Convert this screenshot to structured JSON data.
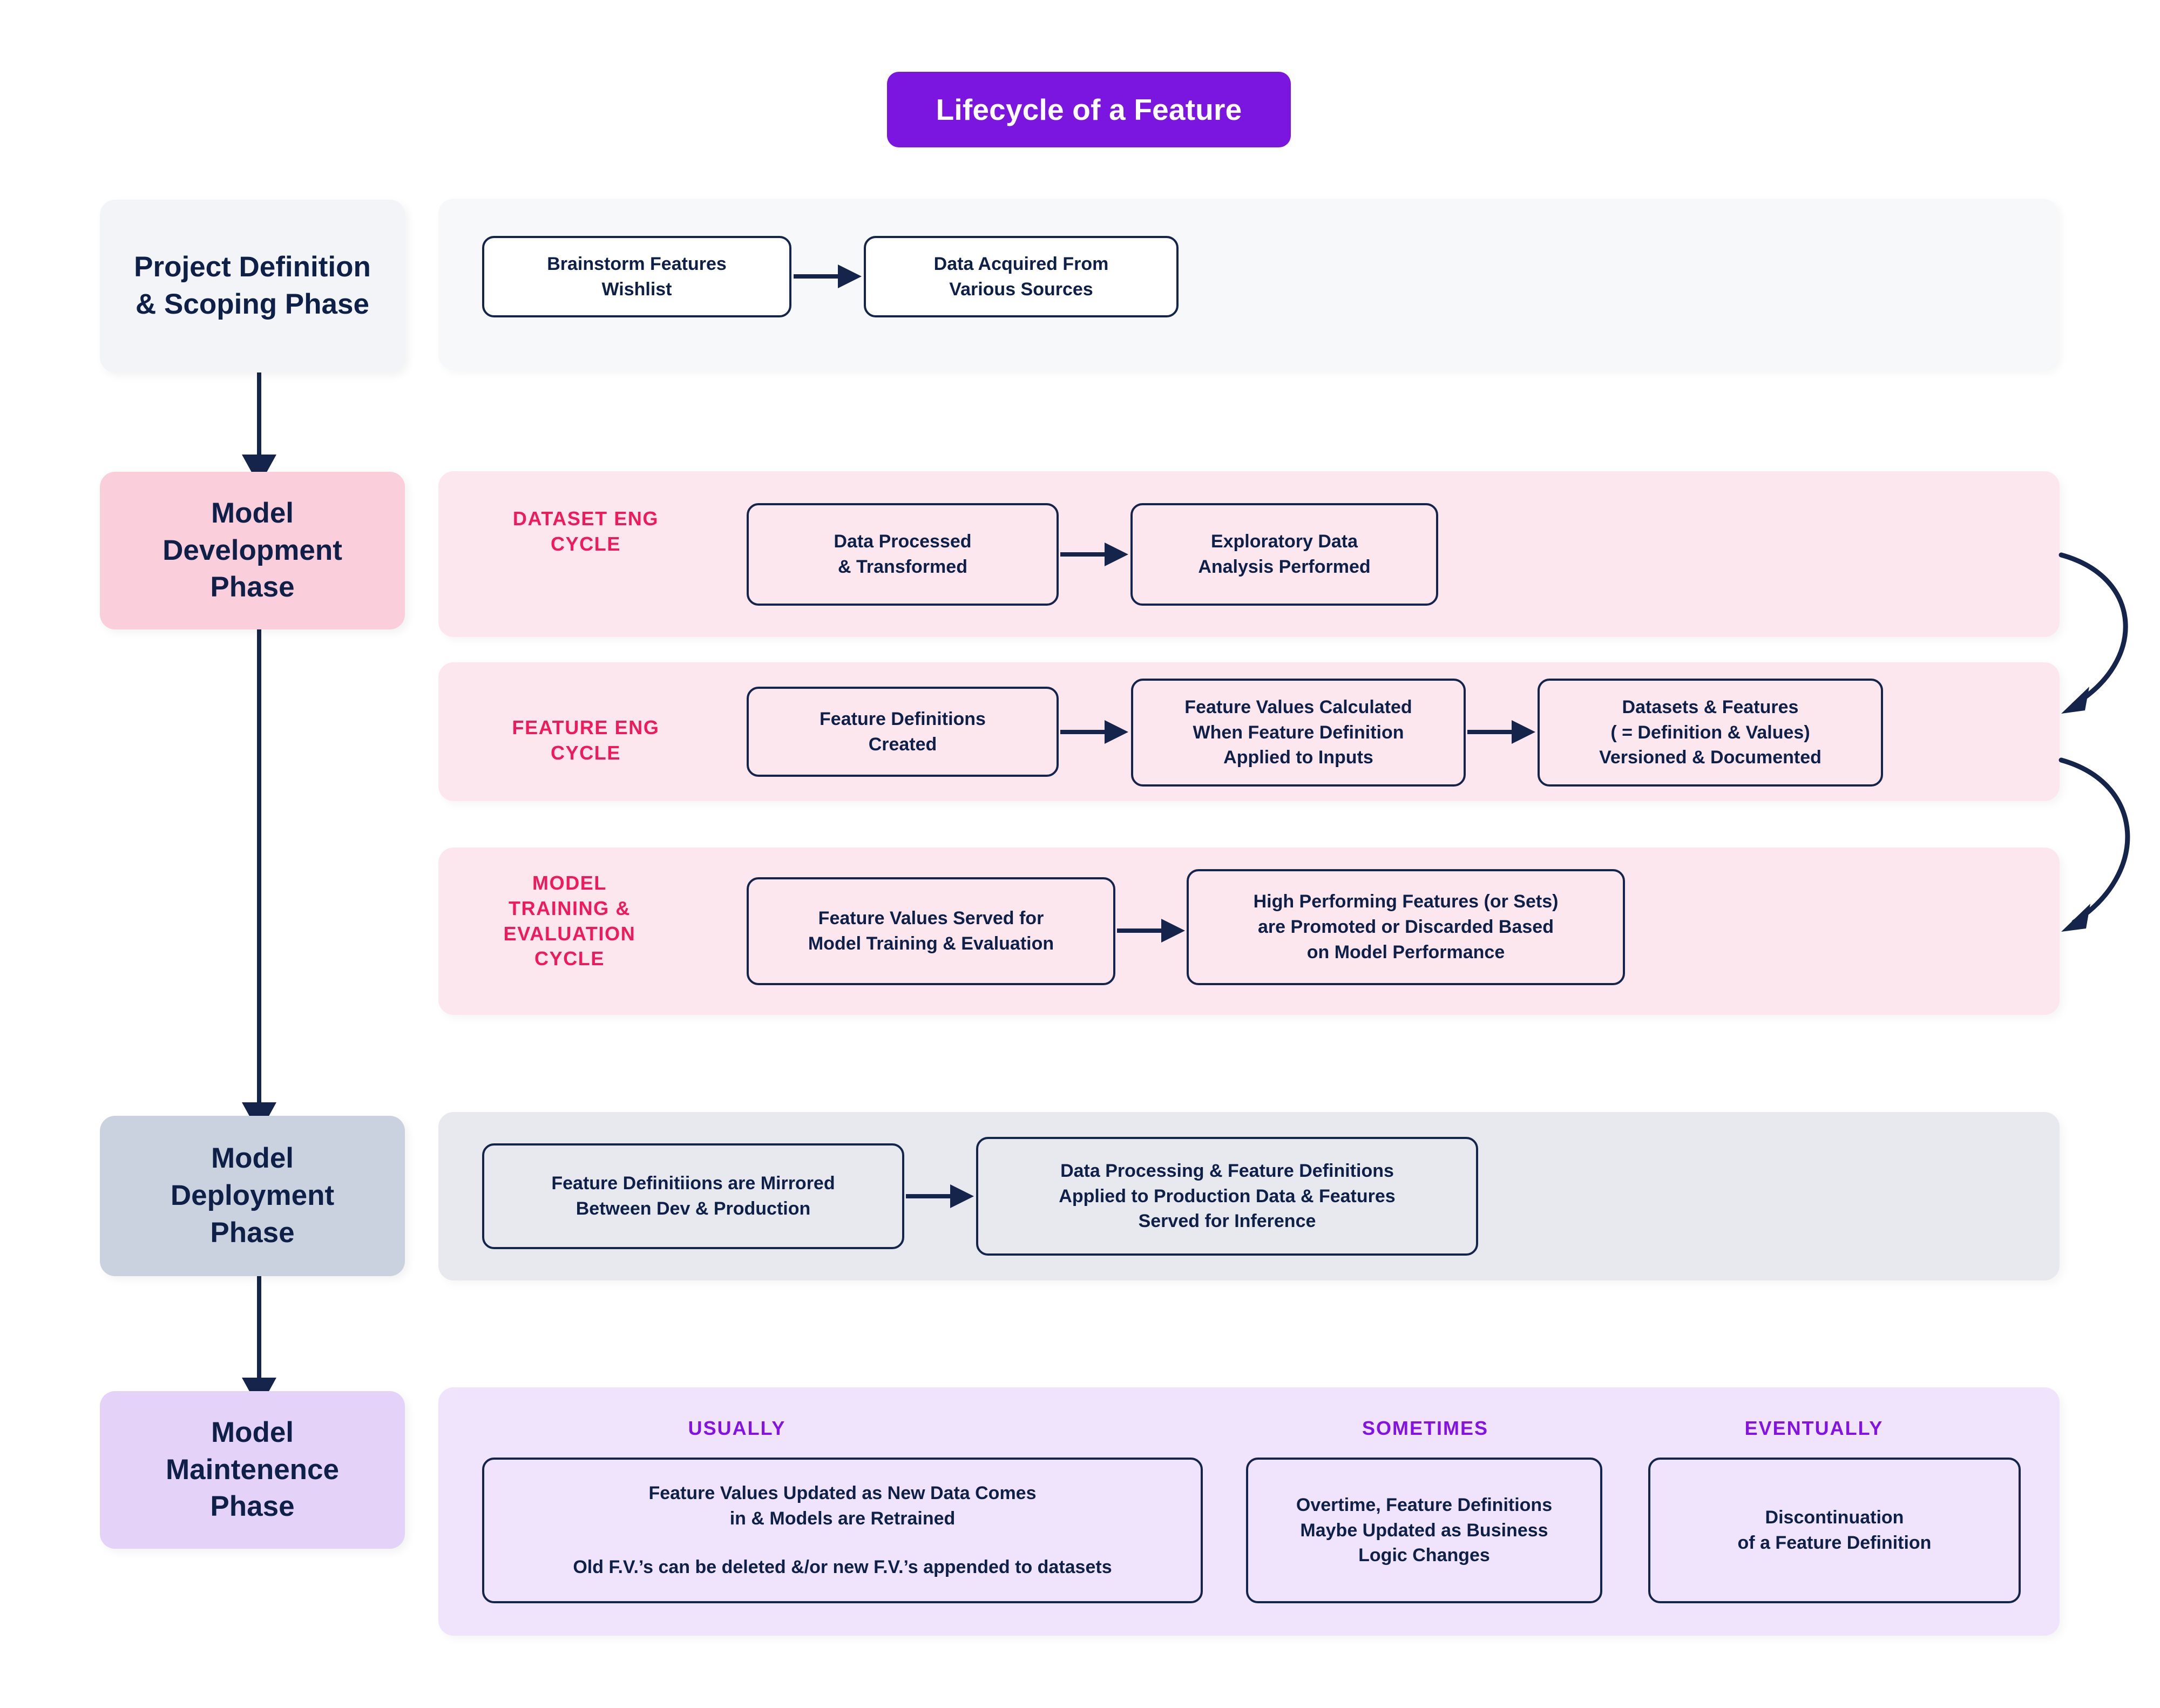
{
  "title": {
    "text": "Lifecycle of a Feature"
  },
  "colors": {
    "title_pill_bg": "#7B16E0",
    "text_dark": "#0E2048",
    "node_border": "#15244B",
    "cycle_label_pink": "#F2185C",
    "maintenance_label_purple": "#8412E8",
    "phase1_chip_bg": "#F2F4F7",
    "phase2_chip_bg": "#FBCEDC",
    "phase3_chip_bg": "#CBD2DF",
    "phase4_chip_bg": "#E4D2F8",
    "band_scoping_bg": "#F7F8FA",
    "band_pink_bg": "#FDE7EE",
    "band_deploy_bg": "#E7E9EE",
    "band_maintenance_bg": "#EFE4FB"
  },
  "phases": [
    {
      "id": "scoping",
      "label_line1": "Project Definition",
      "label_line2": "& Scoping Phase"
    },
    {
      "id": "development",
      "label_line1": "Model",
      "label_line2": "Development",
      "label_line3": "Phase"
    },
    {
      "id": "deployment",
      "label_line1": "Model",
      "label_line2": "Deployment",
      "label_line3": "Phase"
    },
    {
      "id": "maintenance",
      "label_line1": "Model",
      "label_line2": "Maintenence",
      "label_line3": "Phase"
    }
  ],
  "scoping": {
    "nodes": [
      {
        "line1": "Brainstorm Features",
        "line2": "Wishlist"
      },
      {
        "line1": "Data Acquired From",
        "line2": "Various Sources"
      }
    ]
  },
  "dataset_cycle": {
    "label_line1": "DATASET ENG",
    "label_line2": "CYCLE",
    "nodes": [
      {
        "line1": "Data Processed",
        "line2": "& Transformed"
      },
      {
        "line1": "Exploratory Data",
        "line2": "Analysis Performed"
      }
    ]
  },
  "feature_cycle": {
    "label_line1": "FEATURE ENG",
    "label_line2": "CYCLE",
    "nodes": [
      {
        "line1": "Feature Definitions",
        "line2": "Created"
      },
      {
        "line1": "Feature Values Calculated",
        "line2": "When Feature Definition",
        "line3": "Applied to Inputs"
      },
      {
        "line1": "Datasets & Features",
        "line2": "( = Definition & Values)",
        "line3": "Versioned & Documented"
      }
    ]
  },
  "model_training_cycle": {
    "label_line1": "MODEL",
    "label_line2": "TRAINING &",
    "label_line3": "EVALUATION",
    "label_line4": "CYCLE",
    "nodes": [
      {
        "line1": "Feature Values Served for",
        "line2": "Model Training & Evaluation"
      },
      {
        "line1": "High Performing Features (or Sets)",
        "line2": "are Promoted or Discarded Based",
        "line3": "on Model Performance"
      }
    ]
  },
  "deployment": {
    "nodes": [
      {
        "line1": "Feature Definitiions are Mirrored",
        "line2": "Between Dev & Production"
      },
      {
        "line1": "Data Processing & Feature Definitions",
        "line2": "Applied to Production Data & Features",
        "line3": "Served for Inference"
      }
    ]
  },
  "maintenance": {
    "columns": [
      {
        "label": "USUALLY",
        "paragraph1_line1": "Feature Values Updated as New Data Comes",
        "paragraph1_line2": "in & Models are Retrained",
        "paragraph2_line1": "Old F.V.’s can be deleted &/or new F.V.’s appended to datasets"
      },
      {
        "label": "SOMETIMES",
        "paragraph1_line1": "Overtime, Feature Definitions",
        "paragraph1_line2": "Maybe Updated as Business",
        "paragraph1_line3": "Logic Changes"
      },
      {
        "label": "EVENTUALLY",
        "paragraph1_line1": "Discontinuation",
        "paragraph1_line2": "of a Feature Definition"
      }
    ]
  }
}
